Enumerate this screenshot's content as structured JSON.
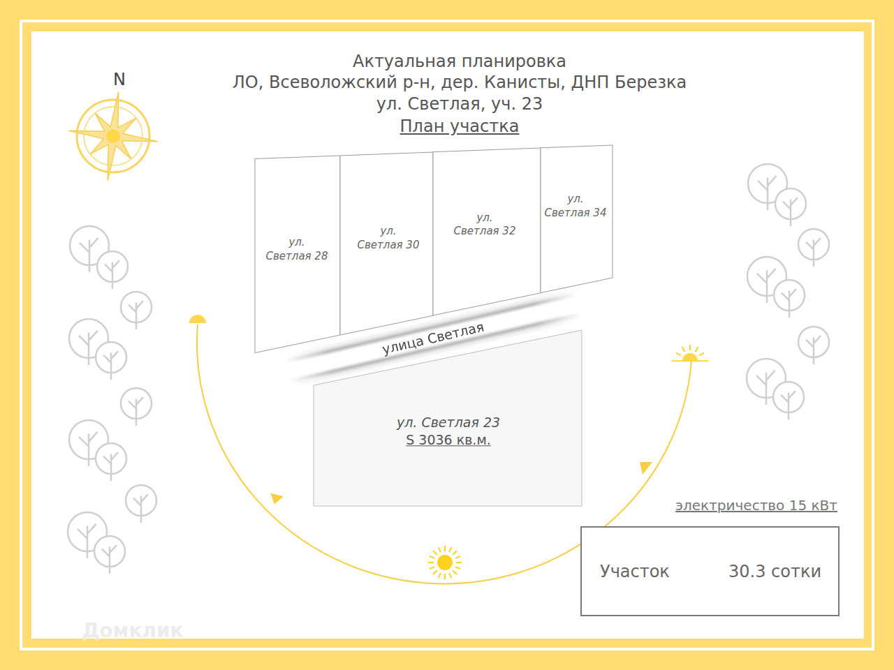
{
  "diagram": {
    "title": "Актуальная планировка",
    "nodes": [
      {
        "text": [
          "ул. Светлая 28"
        ]
      },
      {
        "text": [
          "ул. Светлая 30"
        ]
      },
      {
        "text": [
          "ул. Светлая 32"
        ]
      },
      {
        "text": [
          "ул. Светлая 34"
        ]
      },
      {
        "text": [
          "улица Светлая"
        ]
      },
      {
        "text": [
          "ул. Светлая 23",
          "S 3036 кв.м."
        ]
      },
      {
        "text": [
          "Участок",
          "30.3 сотки"
        ]
      }
    ],
    "labels": [
      "ЛО, Всеволожский р-н, дер. Канисты, ДНП Березка",
      "ул. Светлая, уч. 23",
      "План участка",
      "N",
      "электричество 15 кВт",
      "Домклик"
    ]
  }
}
